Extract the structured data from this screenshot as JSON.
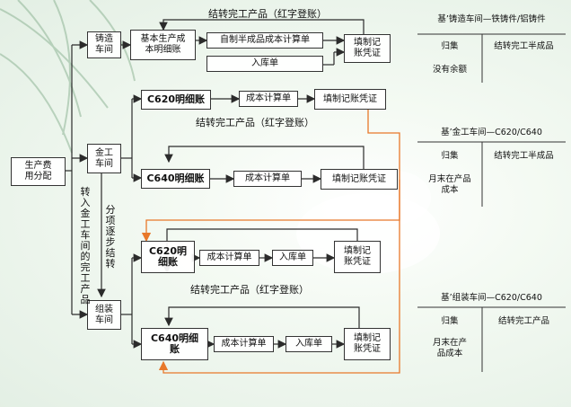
{
  "boxes": {
    "alloc": "生产费\n用分配",
    "casting": "铸造\n车间",
    "casting_ledger": "基本生产成\n本明细账",
    "semi_cost": "自制半成品成本计算单",
    "warehouse_in_1": "入库单",
    "voucher_1": "填制记\n账凭证",
    "metal": "金工\n车间",
    "c620_ledger": "C620明细账",
    "cost_sheet_1": "成本计算单",
    "voucher_2": "填制记账凭证",
    "c640_ledger": "C640明细账",
    "cost_sheet_2": "成本计算单",
    "voucher_3": "填制记账凭证",
    "assembly": "组装\n车间",
    "c620_detail": "C620明\n细账",
    "cost_sheet_3": "成本计算单",
    "warehouse_in_2": "入库单",
    "voucher_4": "填制记\n账凭证",
    "c640_detail": "C640明细\n账",
    "cost_sheet_4": "成本计算单",
    "warehouse_in_3": "入库单",
    "voucher_5": "填制记\n账凭证"
  },
  "labels": {
    "transfer_top": "结转完工产品（红字登账）",
    "transfer_mid": "结转完工产品（红字登账）",
    "transfer_low": "结转完工产品（红字登账）",
    "vertical_left": "转入金工车间的完工产品",
    "vertical_right": "分项逐步结转"
  },
  "tables": {
    "casting": {
      "title": "基’铸造车间—铁铸件/铝铸件",
      "left": "归集",
      "right": "结转完工半成品",
      "bottom": "没有余额"
    },
    "metal": {
      "title": "基’金工车间—C620/C640",
      "left": "归集",
      "right": "结转完工半成品",
      "bottom": "月末在产品\n成本"
    },
    "assembly": {
      "title": "基’组装车间—C620/C640",
      "left": "归集",
      "right": "结转完工产品",
      "bottom": "月末在产\n品成本"
    }
  },
  "colors": {
    "line": "#2b2b2b",
    "feedback": "#e8782a"
  }
}
